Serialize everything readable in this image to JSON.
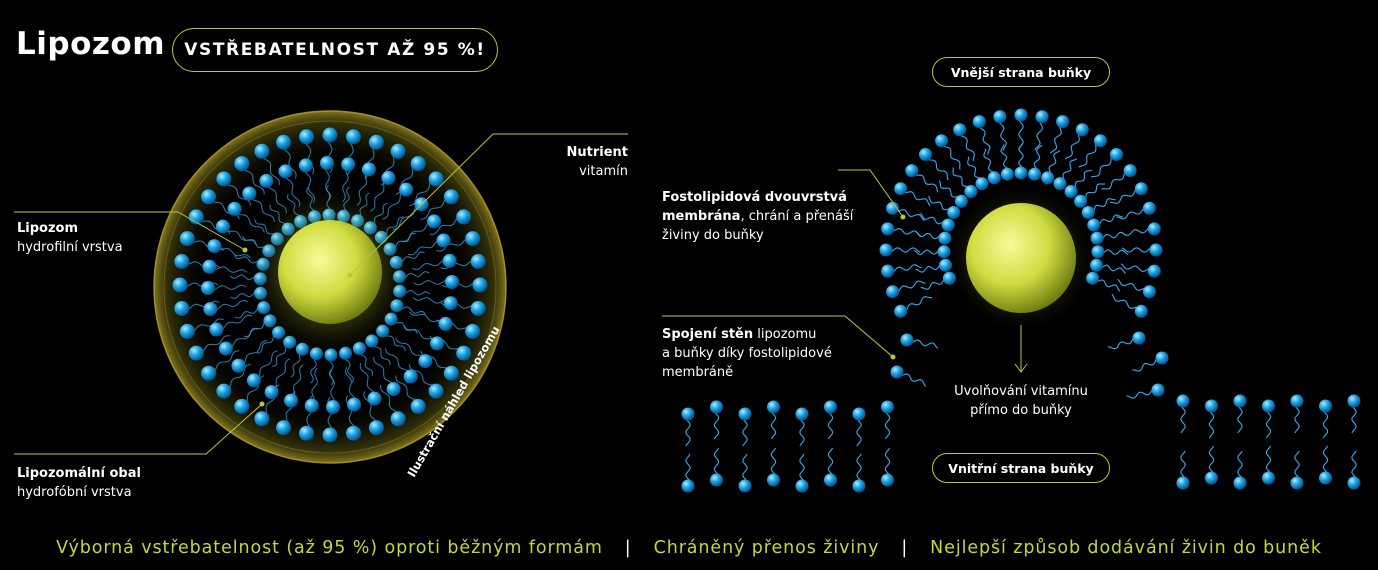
{
  "header": {
    "title": "Lipozom",
    "badge": "VSTŘEBATELNOST AŽ 95 %!"
  },
  "left": {
    "nutrient_title": "Nutrient",
    "nutrient_sub": "vitamín",
    "lipozom_title": "Lipozom",
    "lipozom_sub": "hydrofilní vrstva",
    "obal_title": "Lipozomální obal",
    "obal_sub": "hydrofóbní vrstva",
    "caption": "Ilustrační náhled lipozomu"
  },
  "right": {
    "outer_label": "Vnější strana buňky",
    "inner_label": "Vnitřní strana buňky",
    "membrane_bold_1": "Fostolipidová dvouvrstvá",
    "membrane_bold_2": "membrána",
    "membrane_rest_1": ", chrání a přenáší",
    "membrane_rest_2": "živiny do buňky",
    "join_bold": "Spojení stěn",
    "join_rest_1": " lipozomu",
    "join_rest_2": "a buňky díky fostolipidové",
    "join_rest_3": "membráně",
    "release_1": "Uvolňování vitamínu",
    "release_2": "přímo do buňky"
  },
  "footer": {
    "item1": "Výborná vstřebatelnost (až 95 %) oproti běžným formám",
    "sep": "|",
    "item2": "Chráněný přenos živiny",
    "item3": "Nejlepší způsob dodávání živin do buněk"
  },
  "colors": {
    "accent_green": "#b7c83a",
    "footer_text": "#c8d534",
    "sphere_blue": "#1ea7e8",
    "core_yellow": "#e6ef6a"
  }
}
